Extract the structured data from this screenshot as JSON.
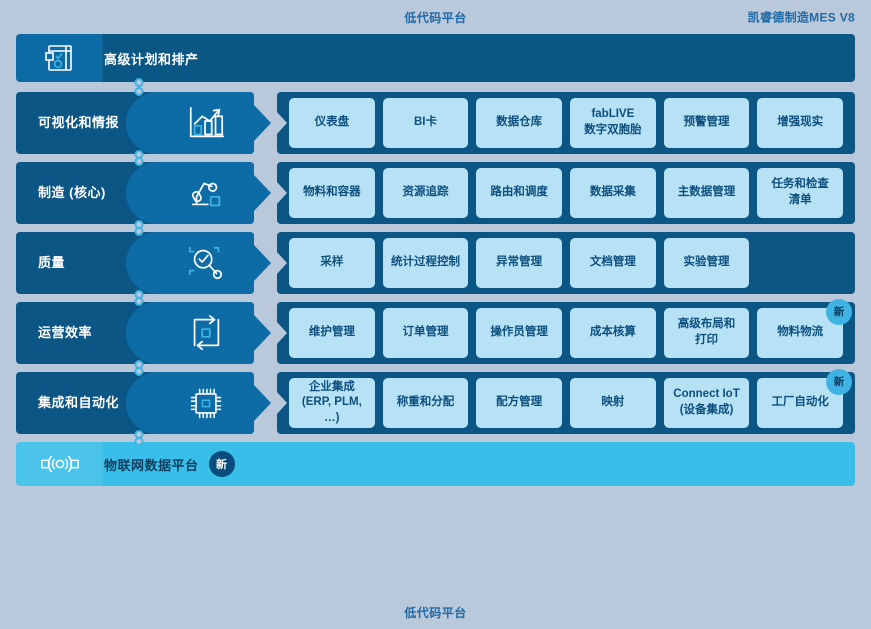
{
  "header": {
    "center_label": "低代码平台",
    "right_label": "凯睿德制造MES V8"
  },
  "footer": {
    "label": "低代码平台"
  },
  "top_bar": {
    "label": "高级计划和排产",
    "icon": "planning-board-icon"
  },
  "bottom_bar": {
    "label": "物联网数据平台",
    "badge": "新",
    "icon": "iot-target-icon"
  },
  "rows": [
    {
      "key": "visualization",
      "label": "可视化和情报",
      "icon": "bar-chart-growth-icon",
      "cards": [
        {
          "label": "仪表盘",
          "badge": null
        },
        {
          "label": "BI卡",
          "badge": null
        },
        {
          "label": "数据仓库",
          "badge": null
        },
        {
          "label": "fabLIVE\n数字双胞胎",
          "badge": null
        },
        {
          "label": "预警管理",
          "badge": null
        },
        {
          "label": "增强现实",
          "badge": null
        }
      ]
    },
    {
      "key": "manufacturing",
      "label": "制造 (核心)",
      "icon": "robot-arm-icon",
      "cards": [
        {
          "label": "物料和容器",
          "badge": null
        },
        {
          "label": "资源追踪",
          "badge": null
        },
        {
          "label": "路由和调度",
          "badge": null
        },
        {
          "label": "数据采集",
          "badge": null
        },
        {
          "label": "主数据管理",
          "badge": null
        },
        {
          "label": "任务和检查\n清单",
          "badge": null
        }
      ]
    },
    {
      "key": "quality",
      "label": "质量",
      "icon": "magnifier-check-icon",
      "cards": [
        {
          "label": "采样",
          "badge": null
        },
        {
          "label": "统计过程控制",
          "badge": null
        },
        {
          "label": "异常管理",
          "badge": null
        },
        {
          "label": "文档管理",
          "badge": null
        },
        {
          "label": "实验管理",
          "badge": null
        },
        {
          "label": "",
          "badge": null,
          "empty": true
        }
      ]
    },
    {
      "key": "operations",
      "label": "运营效率",
      "icon": "cycle-square-icon",
      "cards": [
        {
          "label": "维护管理",
          "badge": null
        },
        {
          "label": "订单管理",
          "badge": null
        },
        {
          "label": "操作员管理",
          "badge": null
        },
        {
          "label": "成本核算",
          "badge": null
        },
        {
          "label": "高级布局和\n打印",
          "badge": null
        },
        {
          "label": "物料物流",
          "badge": "新"
        }
      ]
    },
    {
      "key": "integration",
      "label": "集成和自动化",
      "icon": "chip-icon",
      "cards": [
        {
          "label": "企业集成\n(ERP, PLM, …)",
          "badge": null
        },
        {
          "label": "称重和分配",
          "badge": null
        },
        {
          "label": "配方管理",
          "badge": null
        },
        {
          "label": "映射",
          "badge": null
        },
        {
          "label": "Connect IoT\n(设备集成)",
          "badge": null
        },
        {
          "label": "工厂自动化",
          "badge": "新"
        }
      ]
    }
  ],
  "colors": {
    "page_background": "#b9c8da",
    "panel_dark": "#0b5685",
    "panel_mid": "#0d6ca6",
    "card_light": "#b7e2f6",
    "accent_cyan": "#3fb4e4",
    "iot_bar": "#39bde9",
    "text_blue": "#1f6aa5"
  }
}
